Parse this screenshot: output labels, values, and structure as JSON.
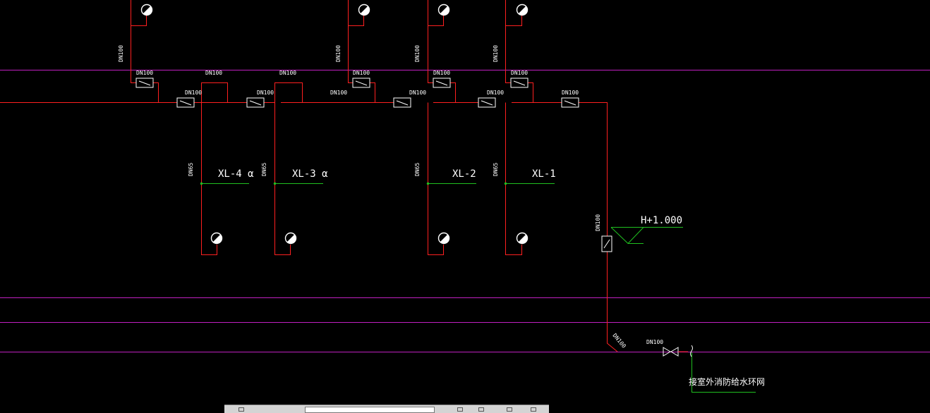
{
  "riser_labels": [
    "XL-4",
    "XL-3",
    "XL-2",
    "XL-1"
  ],
  "riser_suffix": "α",
  "pipe_sizes": {
    "main": "DN100",
    "riser": "DN65"
  },
  "elevation_label": "H+1.000",
  "connection_note": "接室外消防给水环网",
  "colors": {
    "background": "#000000",
    "pipe": "#ff2020",
    "grid_line": "#c020c0",
    "branch": "#20c020",
    "text": "#ffffff",
    "symbol": "#ffffff"
  },
  "status_bar": {
    "field_value": ""
  }
}
